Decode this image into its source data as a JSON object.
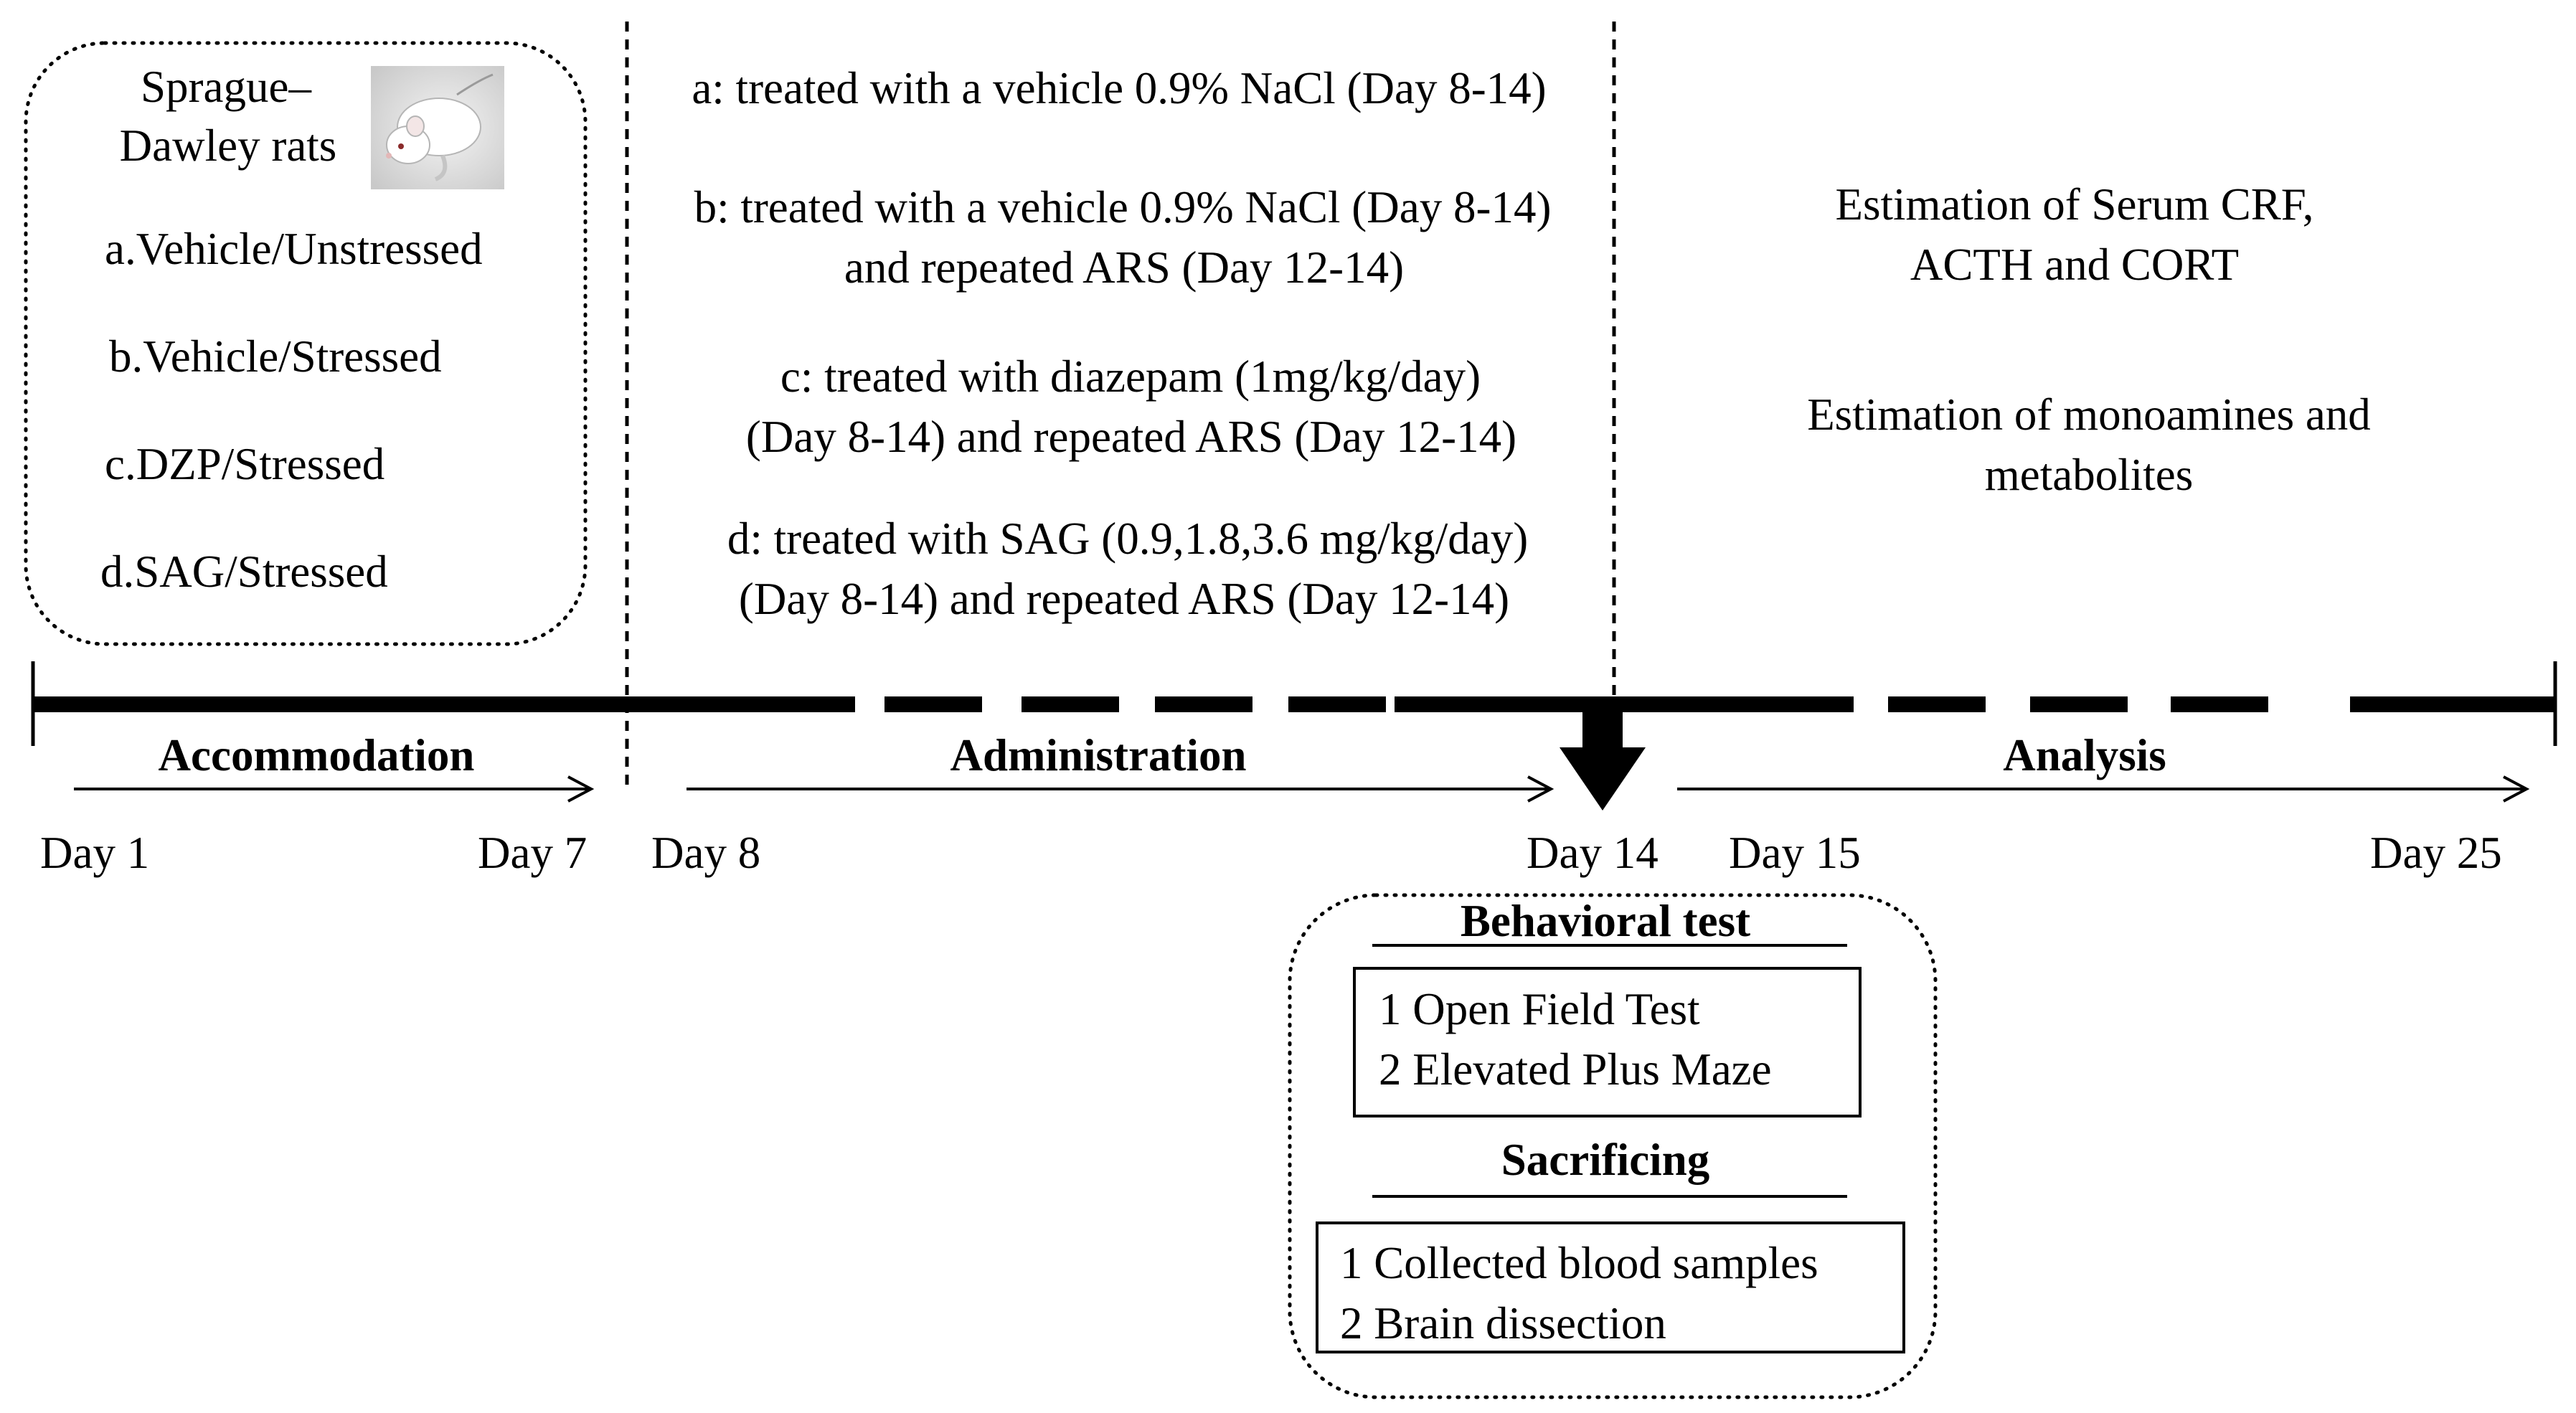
{
  "groups_box": {
    "species": [
      "Sprague–",
      "Dawley rats"
    ],
    "groups": [
      "a.Vehicle/Unstressed",
      "b.Vehicle/Stressed",
      "c.DZP/Stressed",
      "d.SAG/Stressed"
    ]
  },
  "treatments": [
    [
      "a: treated with a vehicle 0.9% NaCl (Day 8-14)"
    ],
    [
      "b: treated with a vehicle 0.9% NaCl (Day 8-14)",
      "and repeated ARS (Day 12-14)"
    ],
    [
      "c: treated with diazepam  (1mg/kg/day)",
      "(Day 8-14) and repeated ARS (Day 12-14)"
    ],
    [
      "d: treated with SAG  (0.9,1.8,3.6 mg/kg/day)",
      "(Day 8-14) and repeated ARS (Day 12-14)"
    ]
  ],
  "analysis_notes": [
    [
      "Estimation of Serum CRF,",
      "ACTH and CORT"
    ],
    [
      "Estimation of monoamines and",
      "metabolites"
    ]
  ],
  "phases": [
    "Accommodation",
    "Administration",
    "Analysis"
  ],
  "days": [
    "Day 1",
    "Day 7",
    "Day 8",
    "Day 14",
    "Day 15",
    "Day 25"
  ],
  "behavioral": {
    "title": "Behavioral test",
    "items": [
      "1 Open Field Test",
      "2  Elevated Plus Maze"
    ]
  },
  "sacrificing": {
    "title": "Sacrificing",
    "items": [
      "1 Collected blood samples",
      "2 Brain dissection"
    ]
  }
}
